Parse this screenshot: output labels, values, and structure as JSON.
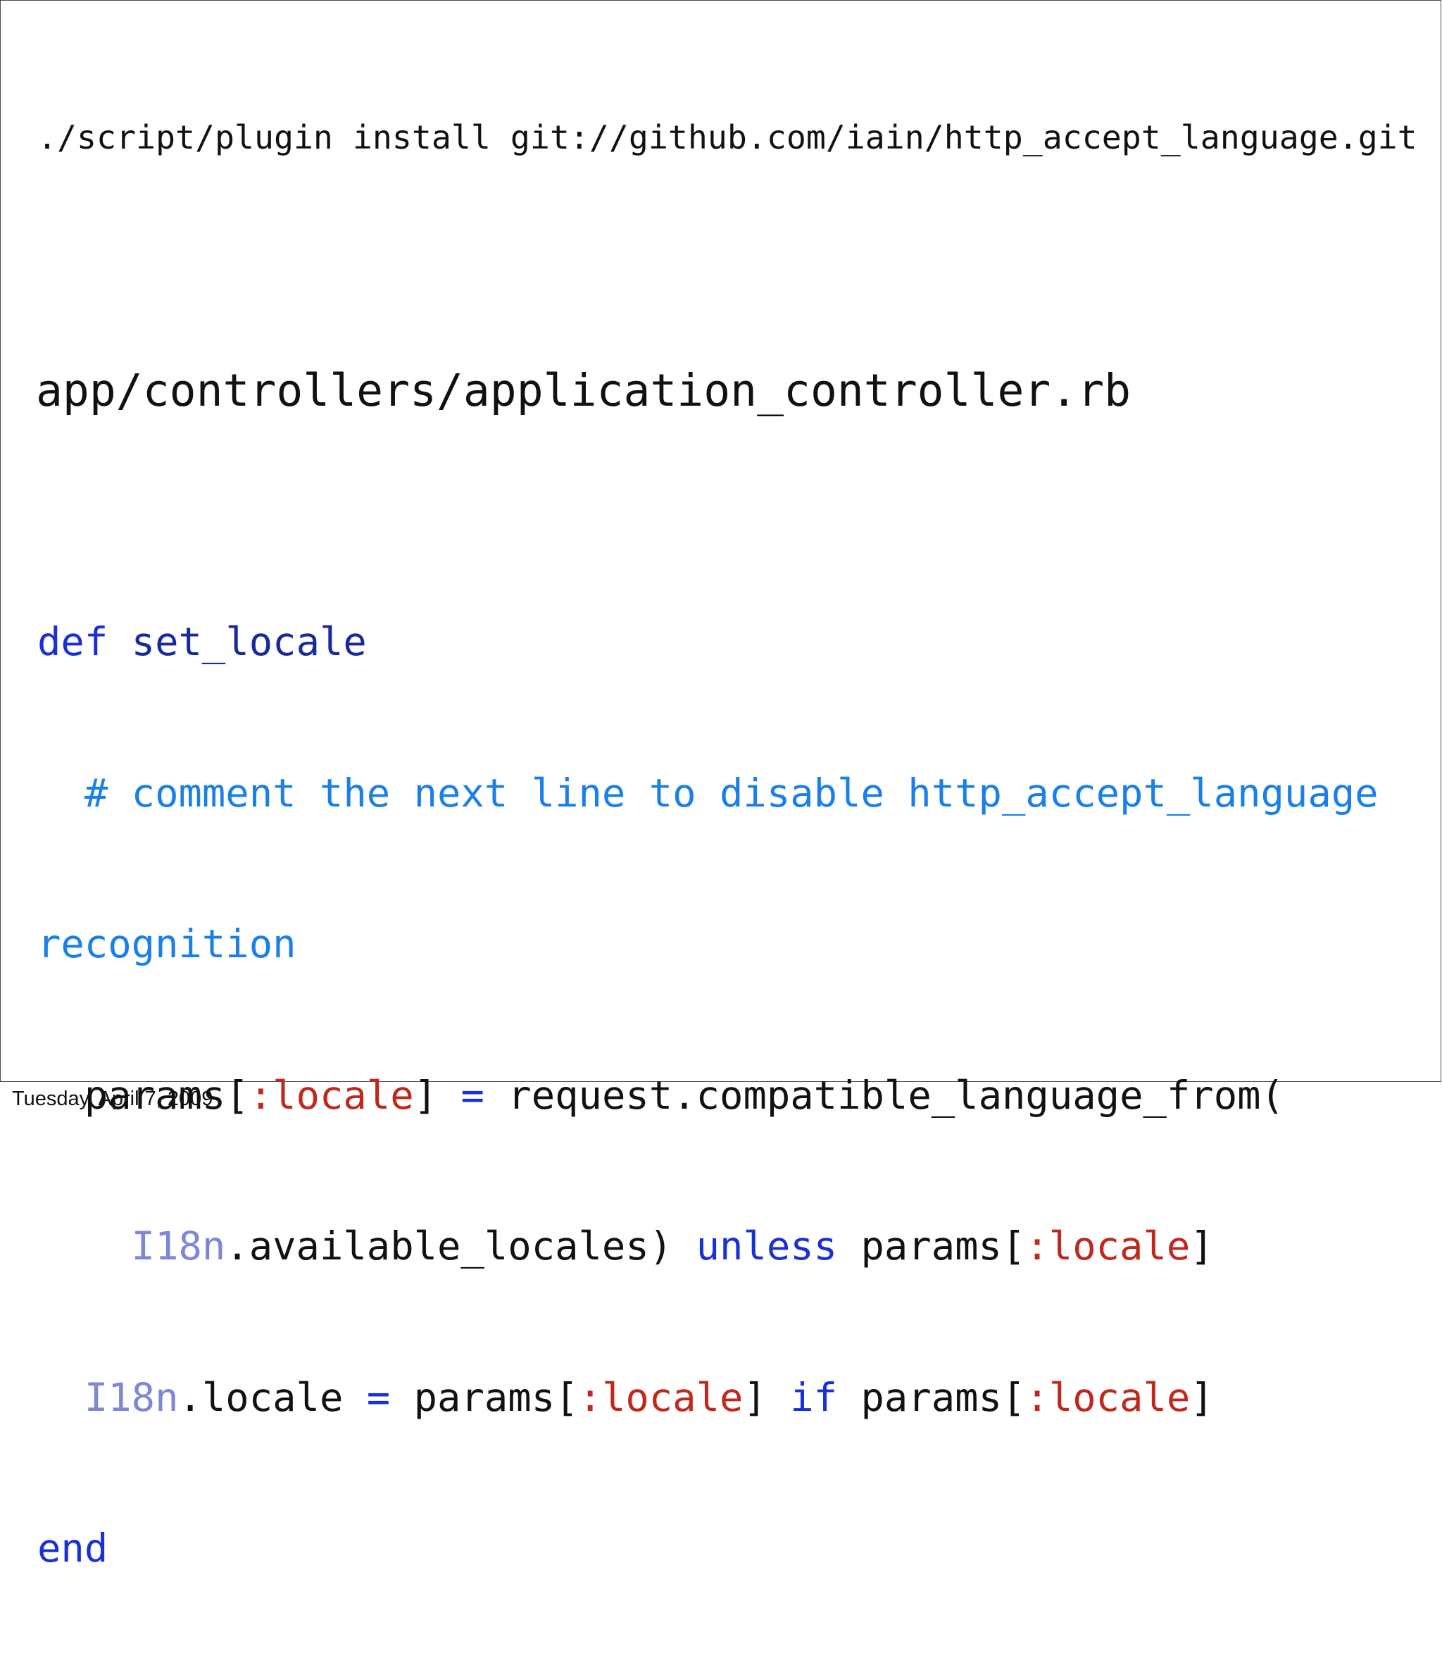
{
  "slide": {
    "install_command": "./script/plugin install git://github.com/iain/http_accept_language.git",
    "file_path": "app/controllers/application_controller.rb",
    "code": {
      "line1": {
        "kw": "def",
        "sp": " ",
        "name": "set_locale"
      },
      "line2": {
        "indent": "  ",
        "comment": "# comment the next line to disable http_accept_language"
      },
      "line3": {
        "comment": "recognition"
      },
      "line4": {
        "indent": "  ",
        "t1": "params[",
        "sym1": ":locale",
        "t2": "] ",
        "op": "=",
        "t3": " request.compatible_language_from("
      },
      "line5": {
        "indent": "    ",
        "const": "I18n",
        "t1": ".available_locales) ",
        "kw": "unless",
        "t2": " params[",
        "sym": ":locale",
        "t3": "]"
      },
      "line6": {
        "indent": "  ",
        "const": "I18n",
        "t1": ".locale ",
        "op": "=",
        "t2": " params[",
        "sym1": ":locale",
        "t3": "] ",
        "kw": "if",
        "t4": " params[",
        "sym2": ":locale",
        "t5": "]"
      },
      "line7": {
        "kw": "end"
      }
    }
  },
  "footer": {
    "date": "Tuesday, April 7, 2009"
  },
  "colors": {
    "keyword": "#1a2fd6",
    "method_name": "#17299c",
    "comment": "#1a7fe8",
    "symbol": "#c0281c",
    "constant": "#7e86d8",
    "text": "#111111",
    "frame_border": "#4a4a4a"
  }
}
